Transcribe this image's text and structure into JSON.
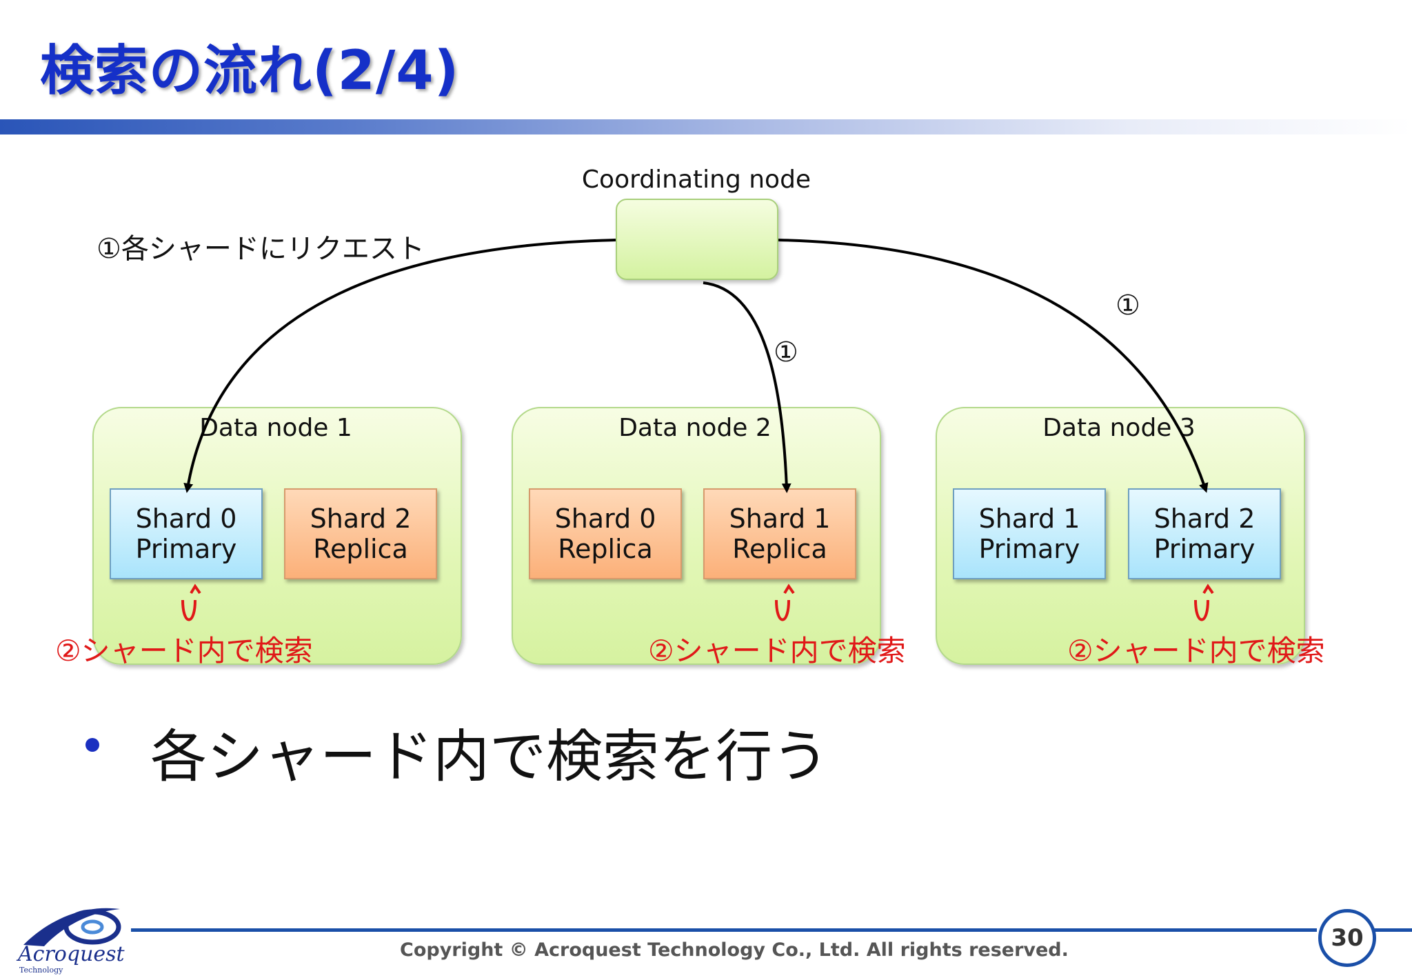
{
  "title": "検索の流れ(2/4)",
  "coordinating_node": {
    "label": "Coordinating node"
  },
  "request_label": "①各シャードにリクエスト",
  "arrow_labels": [
    "①",
    "①"
  ],
  "data_nodes": [
    {
      "label": "Data node 1",
      "shards": [
        {
          "line1": "Shard 0",
          "line2": "Primary",
          "kind": "primary"
        },
        {
          "line1": "Shard 2",
          "line2": "Replica",
          "kind": "replica"
        }
      ]
    },
    {
      "label": "Data node 2",
      "shards": [
        {
          "line1": "Shard 0",
          "line2": "Replica",
          "kind": "replica"
        },
        {
          "line1": "Shard 1",
          "line2": "Replica",
          "kind": "replica"
        }
      ]
    },
    {
      "label": "Data node 3",
      "shards": [
        {
          "line1": "Shard 1",
          "line2": "Primary",
          "kind": "primary"
        },
        {
          "line1": "Shard 2",
          "line2": "Primary",
          "kind": "primary"
        }
      ]
    }
  ],
  "search_label": "②シャード内で検索",
  "bullet": "各シャード内で検索を行う",
  "footer": {
    "copyright": "Copyright © Acroquest Technology Co., Ltd. All rights reserved.",
    "page_number": "30",
    "logo_text": "Acroquest",
    "logo_sub": "Technology"
  },
  "colors": {
    "title": "#1530c8",
    "search_label": "#e01818",
    "footer_line": "#1a4fa8"
  }
}
